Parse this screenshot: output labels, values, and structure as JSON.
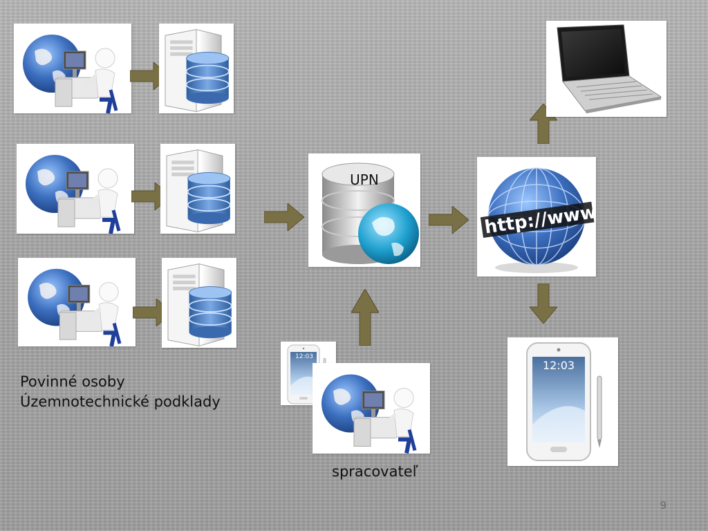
{
  "diagram": {
    "central_db_label": "UPN",
    "caption_left_line1": "Povinné osoby",
    "caption_left_line2": "Územnotechnické podklady",
    "caption_bottom": "spracovateľ",
    "web_text": "http://www",
    "phone_time": "12:03",
    "page_number": "9"
  },
  "colors": {
    "arrow_fill": "#7a7045",
    "db_blue": "#4a7fc0",
    "globe_blue": "#2e62b5"
  },
  "icons": [
    "user-computer-globe-icon",
    "server-database-icon",
    "database-globe-icon",
    "web-globe-icon",
    "laptop-icon",
    "smartphone-icon"
  ]
}
